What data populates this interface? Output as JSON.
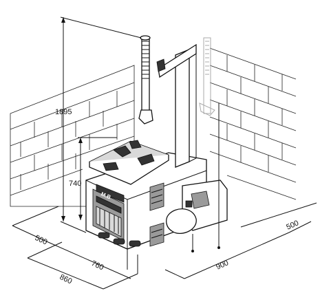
{
  "dimensions": {
    "height_total": "1895",
    "height_table": "740",
    "depth_front": "500",
    "width_body": "760",
    "width_total": "860",
    "depth_side": "900",
    "depth_right": "500"
  },
  "brand_logo": "M.B"
}
